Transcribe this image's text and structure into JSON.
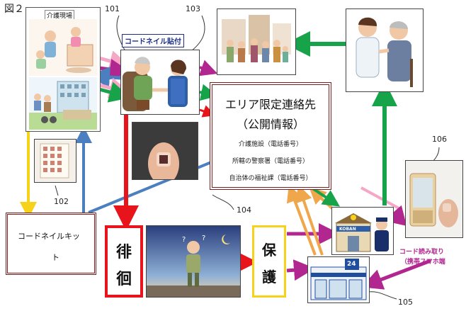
{
  "figure": {
    "label": "図２",
    "ref_labels": {
      "r101": "101",
      "r102": "102",
      "r103": "103",
      "r104": "104",
      "r105": "105",
      "r106": "106"
    }
  },
  "care_site": {
    "label": "介護現場"
  },
  "nail_sticker": {
    "label": "コードネイル貼付"
  },
  "kit": {
    "label_line1": "コードネイルキッ",
    "label_line2": "ト"
  },
  "wander": {
    "char1": "徘",
    "char2": "徊"
  },
  "protect": {
    "char1": "保",
    "char2": "護"
  },
  "area_contact": {
    "title_line1": "エリア限定連絡先",
    "title_line2": "（公開情報）",
    "items": [
      "介護施設（電話番号）",
      "所轄の警察署（電話番号）",
      "自治体の福祉課（電話番号）"
    ]
  },
  "police": {
    "sign": "KOBAN"
  },
  "store": {
    "sign": "24"
  },
  "reader": {
    "label_line1": "コード読み取り",
    "label_line2": "（携帯スマホ端"
  },
  "colors": {
    "red": "#e8141b",
    "green": "#16a34a",
    "blue": "#4c7fc0",
    "magenta": "#b1278f",
    "orange": "#f0a64a",
    "pink": "#f6a6c7",
    "dark_red": "#7b1f1f",
    "yellow": "#f7d21a"
  }
}
